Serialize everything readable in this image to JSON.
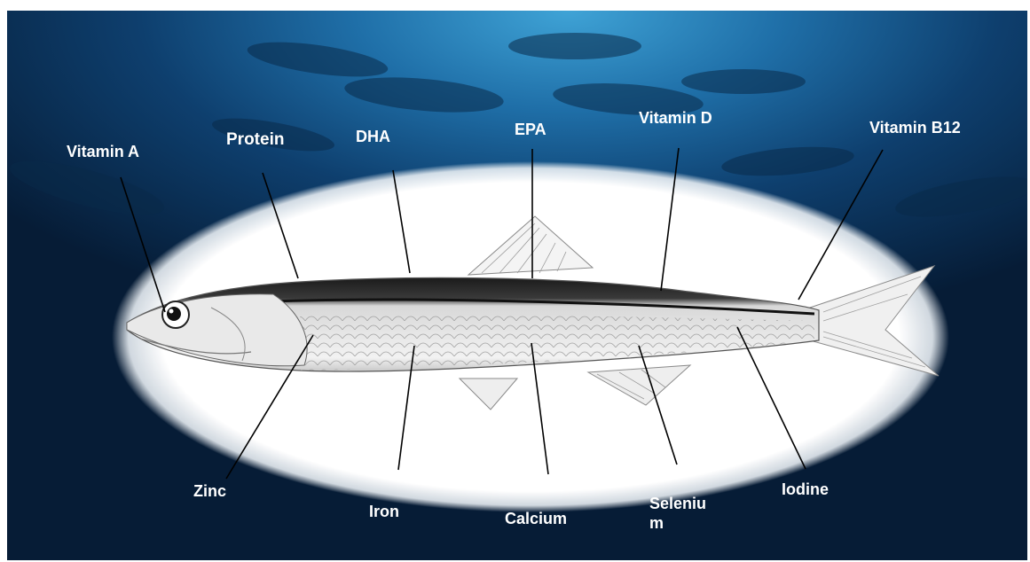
{
  "labels": {
    "vitamin_a": "Vitamin A",
    "protein": "Protein",
    "dha": "DHA",
    "epa": "EPA",
    "vitamin_d": "Vitamin D",
    "vitamin_b12": "Vitamin B12",
    "zinc": "Zinc",
    "iron": "Iron",
    "calcium": "Calcium",
    "selenium": "Seleniu m",
    "iodine": "Iodine"
  },
  "colors": {
    "water_light": "#3fa3d6",
    "water_deep": "#061c36",
    "spotlight": "#ffffff",
    "label_text": "#ffffff",
    "leader_line": "#000000"
  }
}
